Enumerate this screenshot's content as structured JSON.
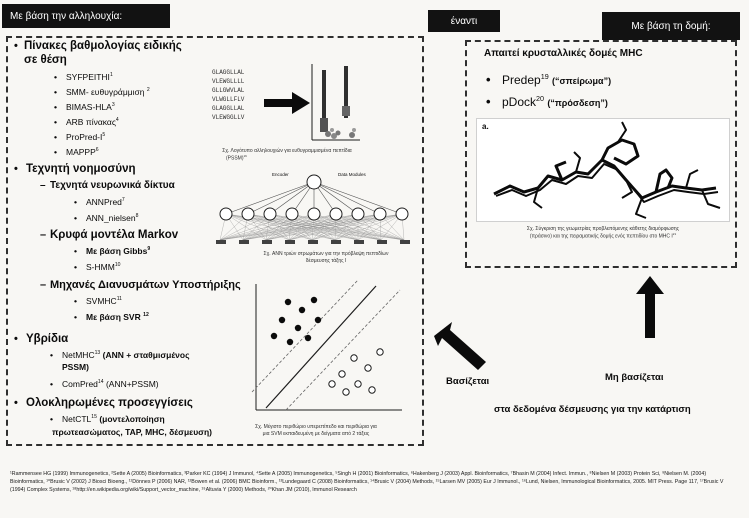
{
  "headers": {
    "sequence_based": "Με βάση την αλληλουχία:",
    "versus": "έναντι",
    "structure_based": "Με βάση τη δομή:"
  },
  "left": {
    "scoring_matrices": {
      "title_line1": "Πίνακες βαθμολογίας ειδικής",
      "title_line2": "σε θέση",
      "items": [
        "SYFPEITHI",
        "SMM- ευθυγράμμιση",
        "BIMAS-HLA",
        "ARB πίνακας",
        "ProPred-I",
        "MAPPP"
      ],
      "sups": [
        "1",
        "2",
        "3",
        "4",
        "5",
        "6"
      ]
    },
    "ai": {
      "title": "Τεχνητή νοημοσύνη",
      "ann_title": "Τεχνητά νευρωνικά δίκτυα",
      "ann_items": [
        "ANNPred",
        "ANN_nielsen"
      ],
      "ann_sups": [
        "7",
        "8"
      ],
      "hmm_title": "Κρυφά μοντέλα Markov",
      "hmm_items": [
        "Με βάση Gibbs",
        "S-HMM"
      ],
      "hmm_sups": [
        "9",
        "10"
      ],
      "svm_title": "Μηχανές Διανυσμάτων Υποστήριξης",
      "svm_items": [
        "SVMHC",
        "Με βάση SVR"
      ],
      "svm_sups": [
        "11",
        "12"
      ]
    },
    "hybrid": {
      "title": "Υβρίδια",
      "items": [
        {
          "line1": "NetMHC",
          "sup": "13",
          "rest": " (ANN + σταθμισμένος",
          "line2": "PSSM)"
        },
        {
          "line1": "ComPred",
          "sup": "14",
          "rest": " (ANN+PSSM)",
          "line2": ""
        }
      ]
    },
    "integrated": {
      "title": "Ολοκληρωμένες προσεγγίσεις",
      "item_name": "NetCTL",
      "item_sup": "15",
      "item_rest": " (μοντελοποίηση",
      "item_line2": "πρωτεασώματος, TAP, MHC, δέσμευση)"
    },
    "captions": {
      "pssm_l1": "Σχ. Λογότυπο αλληλουχιών για ευθυγραμμισμένα πεπτίδια",
      "pssm_l2": "(PSSM)",
      "pssm_sup": "16",
      "ann_l1": "Σχ. ANN τριών στρωμάτων για την πρόβλεψη πεπτιδίων",
      "ann_l2": "δέσμευσης τάξης I",
      "svm_l1": "Σχ. Μέγιστο περιθώριο υπερεπίπεδο και περιθώρια για",
      "svm_l2": "μια SVM εκπαιδευμένη με δείγματα από 2 τάξεις"
    },
    "figure_labels": {
      "encoder": "Encoder",
      "decoder": "Data Modules",
      "peptides": [
        "GLAGGLLAL",
        "VLEWGLLLL",
        "GLLGWVLAL",
        "VLWGLLFLV",
        "GLAGGLLAL",
        "VLEWGGLLV"
      ]
    }
  },
  "right": {
    "title": "Απαιτεί κρυσταλλικές δομές MHC",
    "items": [
      {
        "name": "Predep",
        "sup": "19",
        "note": "(“σπείρωμα”)"
      },
      {
        "name": "pDock",
        "sup": "20",
        "note": "(“πρόσδεση”)"
      }
    ],
    "fig_letter": "a.",
    "caption_l1": "Σχ. Σύγκριση της γεωμετρίας προβλεπόμενης κάθετης διαμόρφωσης",
    "caption_l2": "(πράσινο) και της πειραματικής δομής ενός πεπτιδίου στο MHC I",
    "caption_sup": "21"
  },
  "flow": {
    "based_label": "Βασίζεται",
    "not_based_label": "Μη βασίζεται",
    "training_label": "στα δεδομένα δέσμευσης για την κατάρτιση"
  },
  "references": "¹Rammensee HG (1999) Immunogenetics, ²Sette A (2005) Bioinformatics, ³Parker KC (1994) J Immunol, ⁴Sette A (2005) Immunogenetics, ⁵Singh H (2001) Bioinformatics, ⁶Hakenberg J (2003) Appl. Bioinformatics, ⁷Bhasin M (2004) Infect. Immun., ⁸Nielsen M (2003) Protein Sci, ⁹Nielsen M. (2004) Bioinformatics, ¹⁰Brusic V (2002) J Biosci Bioeng., ¹¹Dönnes P (2006) NAR, ¹²Bowen et al. (2006) BMC Bioinform., ¹³Lundegaard C (2008) Bioinformatics, ¹⁴Brusic V (2004) Methods, ¹⁵Larsen MV (2005) Eur J Immunol., ¹⁶Lund, Nielsen, Immunological Bioinformatics, 2005. MIT Press. Page 117, ¹⁷Brusic V (1994) Complex Systems, ¹⁸http://en.wikipedia.org/wiki/Support_vector_machine, ¹⁹Altuvia Y (2000) Methods, ²⁰Khan JM (2010), Immunol Research"
}
